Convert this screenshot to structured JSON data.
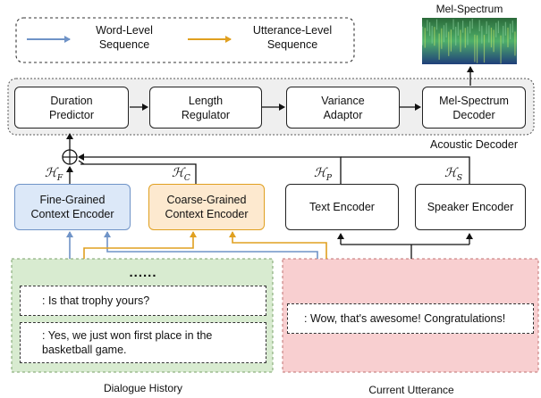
{
  "legend": {
    "word_level": "Word-Level\nSequence",
    "utterance_level": "Utterance-Level\nSequence",
    "word_color": "#6f93c7",
    "utterance_color": "#e0a020"
  },
  "mel_title": "Mel-Spectrum",
  "acoustic_decoder": {
    "label": "Acoustic Decoder",
    "modules": [
      "Duration\nPredictor",
      "Length\nRegulator",
      "Variance\nAdaptor",
      "Mel-Spectrum\nDecoder"
    ]
  },
  "representations": {
    "h_f": {
      "sym": "ℋ",
      "sub": "F"
    },
    "h_c": {
      "sym": "ℋ",
      "sub": "C"
    },
    "h_p": {
      "sym": "ℋ",
      "sub": "P"
    },
    "h_s": {
      "sym": "ℋ",
      "sub": "S"
    }
  },
  "encoders": {
    "fine": "Fine-Grained\nContext Encoder",
    "coarse": "Coarse-Grained\nContext Encoder",
    "text": "Text Encoder",
    "speaker": "Speaker Encoder"
  },
  "dialogue_history": {
    "ellipsis": "......",
    "turns": [
      ": Is that trophy yours?",
      ": Yes, we just won first place in the\nbasketball game."
    ],
    "caption": "Dialogue History"
  },
  "current_utterance": {
    "text": ": Wow, that's awesome! Congratulations!",
    "caption": "Current Utterance"
  },
  "colors": {
    "fine_fill": "#dce8f8",
    "fine_border": "#6f93c7",
    "coarse_fill": "#fde9cf",
    "coarse_border": "#e0a020",
    "history_fill": "#d8ebd0",
    "current_fill": "#f8cfd0",
    "decoder_fill": "#efefef"
  }
}
